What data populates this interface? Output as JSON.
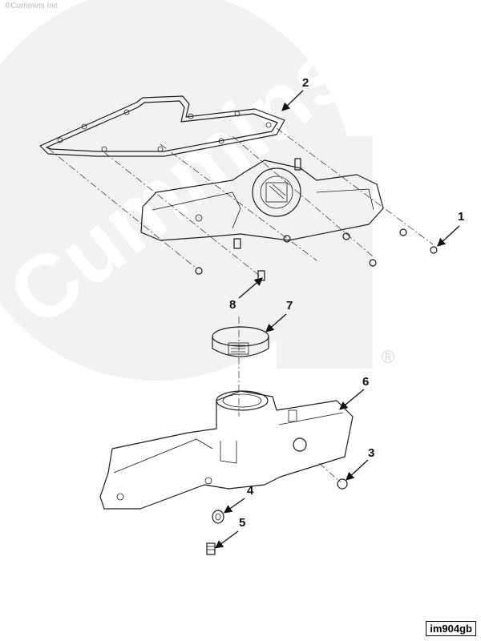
{
  "copyright": "©Cummins Inc",
  "watermark": {
    "brand": "Cummins",
    "registered_mark": "®"
  },
  "callouts": [
    "1",
    "2",
    "3",
    "4",
    "5",
    "6",
    "7",
    "8"
  ],
  "figure_id": "im904gb"
}
